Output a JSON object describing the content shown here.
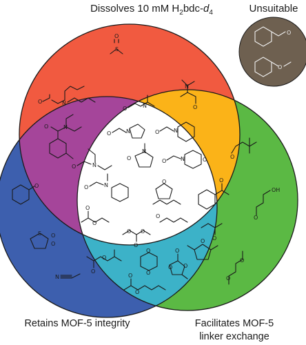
{
  "labels": {
    "top_prefix": "Dissolves 10 mM H",
    "top_sub1": "2",
    "top_mid": "bdc-",
    "top_italic": "d",
    "top_sub2": "4",
    "unsuitable": "Unsuitable",
    "bottom_left": "Retains MOF-5 integrity",
    "bottom_right_line1": "Facilitates MOF-5",
    "bottom_right_line2": "linker exchange"
  },
  "colors": {
    "red_region": "#f15a40",
    "green_region": "#5bb944",
    "blue_region": "#3d5fae",
    "red_blue_overlap": "#a5459a",
    "red_green_overlap": "#fbb318",
    "blue_green_overlap": "#3cb2c8",
    "center_region": "#ffffff",
    "unsuitable_circle": "#6e6050"
  },
  "atoms": {
    "O": "O",
    "N": "N",
    "S": "S",
    "OH": "OH"
  },
  "molecule_names": [
    "dimethyl-sulfoxide-icon",
    "dibutylformamide-icon",
    "dimethylacetamide-icon",
    "dimethylformamide-icon",
    "diethylbenzamide-icon",
    "formylpyrrolidine-icon",
    "formylpiperidine-icon",
    "diethylformamide-icon",
    "methylpyrrolidone-icon",
    "formylmorpholine-icon",
    "methylformanilide-icon",
    "tetrahydrofuran-icon",
    "cyclohexanone-icon",
    "sulfolane-icon",
    "acetonitrile-icon",
    "tert-butyl-methyl-ether-icon",
    "acetophenone-icon",
    "ethyl-acetate-icon",
    "dibutyl-ether-icon",
    "dimethyl-carbonate-icon",
    "butanone-icon",
    "dimethyl-thf-icon",
    "tert-butyl-acetate-icon",
    "dioxane-icon",
    "propylene-carbonate-icon",
    "butyl-acetate-icon",
    "methoxyethanol-icon",
    "dimethoxyethane-icon",
    "benzaldehyde-icon",
    "anisole-icon"
  ]
}
